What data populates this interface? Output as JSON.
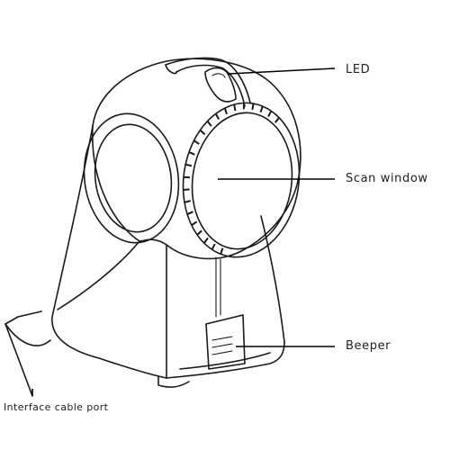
{
  "labels": {
    "led": "LED",
    "scan_window": "Scan window",
    "beeper": "Beeper",
    "interface_cable_port": "Interface cable  port"
  },
  "colors": {
    "line": "#1a1a1a",
    "background": "#ffffff"
  }
}
